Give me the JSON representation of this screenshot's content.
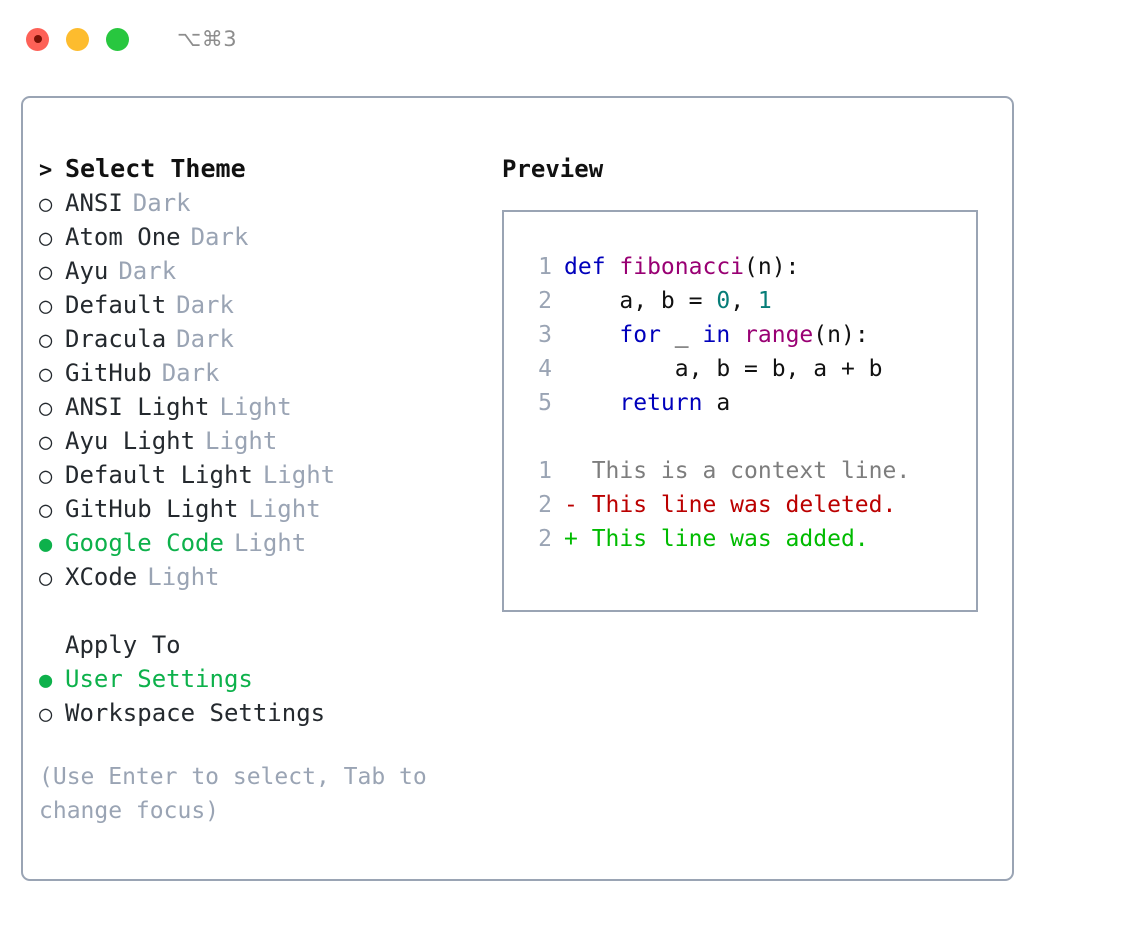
{
  "titlebar": {
    "shortcut": "⌥⌘3",
    "buttons": [
      {
        "name": "close",
        "color": "#fd6157"
      },
      {
        "name": "minimize",
        "color": "#fdbc2e"
      },
      {
        "name": "maximize",
        "color": "#28c73f"
      }
    ]
  },
  "theme_picker": {
    "header_marker": ">",
    "header_label": "Select Theme",
    "marker_selected": "●",
    "marker_unselected": "○",
    "items": [
      {
        "label": "ANSI",
        "tag": "Dark",
        "selected": false
      },
      {
        "label": "Atom One",
        "tag": "Dark",
        "selected": false
      },
      {
        "label": "Ayu",
        "tag": "Dark",
        "selected": false
      },
      {
        "label": "Default",
        "tag": "Dark",
        "selected": false
      },
      {
        "label": "Dracula",
        "tag": "Dark",
        "selected": false
      },
      {
        "label": "GitHub",
        "tag": "Dark",
        "selected": false
      },
      {
        "label": "ANSI Light",
        "tag": "Light",
        "selected": false
      },
      {
        "label": "Ayu Light",
        "tag": "Light",
        "selected": false
      },
      {
        "label": "Default Light",
        "tag": "Light",
        "selected": false
      },
      {
        "label": "GitHub Light",
        "tag": "Light",
        "selected": false
      },
      {
        "label": "Google Code",
        "tag": "Light",
        "selected": true
      },
      {
        "label": "XCode",
        "tag": "Light",
        "selected": false
      }
    ]
  },
  "apply_to": {
    "title": "Apply To",
    "items": [
      {
        "label": "User Settings",
        "selected": true
      },
      {
        "label": "Workspace Settings",
        "selected": false
      }
    ]
  },
  "hint": "(Use Enter to select, Tab to change focus)",
  "preview": {
    "title": "Preview",
    "code_lines": [
      {
        "num": "1",
        "tokens": [
          {
            "t": "def ",
            "c": "kw"
          },
          {
            "t": "fibonacci",
            "c": "fn"
          },
          {
            "t": "(n):",
            "c": "pl"
          }
        ]
      },
      {
        "num": "2",
        "tokens": [
          {
            "t": "    a, b = ",
            "c": "pl"
          },
          {
            "t": "0",
            "c": "num"
          },
          {
            "t": ", ",
            "c": "pl"
          },
          {
            "t": "1",
            "c": "num"
          }
        ]
      },
      {
        "num": "3",
        "tokens": [
          {
            "t": "    ",
            "c": "pl"
          },
          {
            "t": "for",
            "c": "kw"
          },
          {
            "t": " _ ",
            "c": "pl"
          },
          {
            "t": "in",
            "c": "kw"
          },
          {
            "t": " ",
            "c": "pl"
          },
          {
            "t": "range",
            "c": "fn"
          },
          {
            "t": "(n):",
            "c": "pl"
          }
        ]
      },
      {
        "num": "4",
        "tokens": [
          {
            "t": "        a, b = b, a + b",
            "c": "pl"
          }
        ]
      },
      {
        "num": "5",
        "tokens": [
          {
            "t": "    ",
            "c": "pl"
          },
          {
            "t": "return",
            "c": "kw"
          },
          {
            "t": " a",
            "c": "pl"
          }
        ]
      }
    ],
    "diff_lines": [
      {
        "num": "1",
        "kind": "ctx",
        "text": "  This is a context line."
      },
      {
        "num": "2",
        "kind": "del",
        "text": "- This line was deleted."
      },
      {
        "num": "2",
        "kind": "add",
        "text": "+ This line was added."
      }
    ]
  },
  "colors": {
    "accent_green": "#0db14b",
    "muted": "#9aa4b4",
    "border": "#9aa4b4",
    "keyword": "#0000bb",
    "function": "#990073",
    "number": "#067d78",
    "diff_add": "#00bb00",
    "diff_del": "#bb0000",
    "diff_ctx": "#7d7d7d"
  }
}
